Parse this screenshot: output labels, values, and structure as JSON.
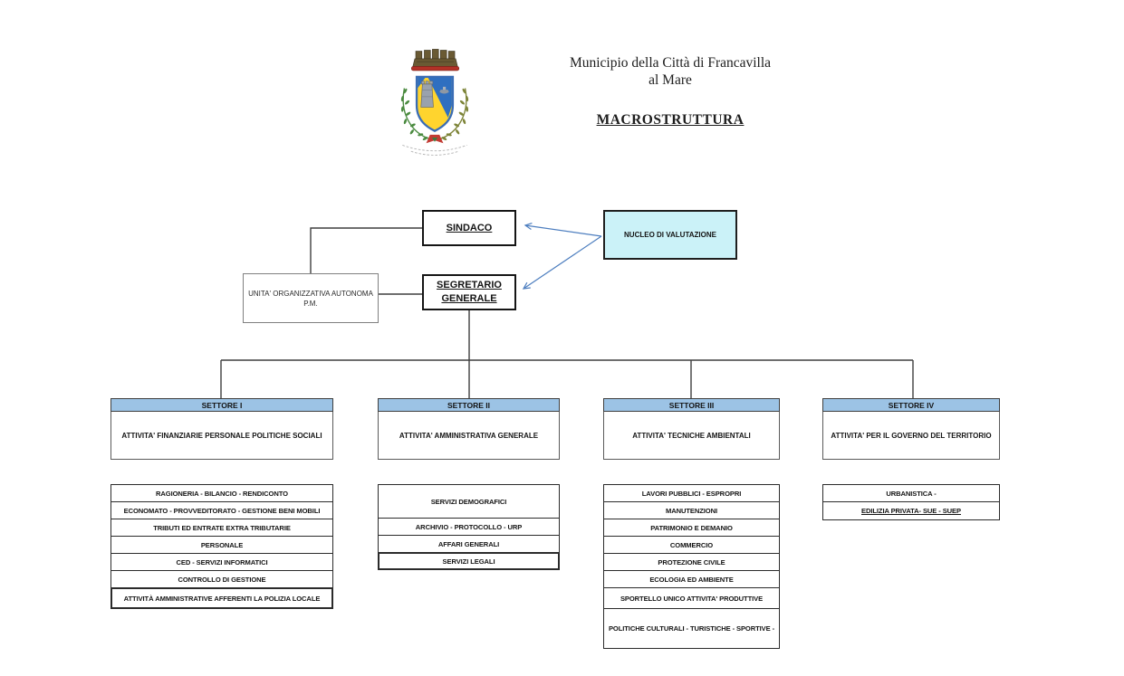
{
  "header": {
    "title_line1": "Municipio della Città di Francavilla",
    "title_line2": "al Mare",
    "subtitle": "MACROSTRUTTURA"
  },
  "crest": {
    "name": "stemma-comunale-francavilla-al-mare",
    "colors": {
      "shield_blue": "#2f6fc0",
      "shield_yellow": "#ffd42e",
      "crown": "#6a5a33",
      "crown_band": "#b23126",
      "tower": "#9aa2ad",
      "laurel_left": "#4a8a3f",
      "laurel_right": "#7d8438",
      "ribbon": "#c23b33"
    }
  },
  "org": {
    "sindaco": "SINDACO",
    "nucleo_valutazione": "NUCLEO DI VALUTAZIONE",
    "unita_line1": "UNITA' ORGANIZZATIVA AUTONOMA",
    "unita_line2": "P.M.",
    "segretario_line1": "SEGRETARIO",
    "segretario_line2": "GENERALE"
  },
  "connections": [
    {
      "from": "SEGRETARIO GENERALE / SINDACO",
      "to": "UNITA' ORGANIZZATIVA AUTONOMA P.M.",
      "type": "line"
    },
    {
      "from": "NUCLEO DI VALUTAZIONE",
      "to": "SINDACO",
      "type": "arrow"
    },
    {
      "from": "NUCLEO DI VALUTAZIONE",
      "to": "SEGRETARIO GENERALE",
      "type": "arrow"
    },
    {
      "from": "SEGRETARIO GENERALE",
      "to": "SETTORE I, SETTORE II, SETTORE III, SETTORE IV",
      "type": "line"
    }
  ],
  "sectors": [
    {
      "header": "SETTORE I",
      "body": "ATTIVITA'  FINANZIARIE  PERSONALE POLITICHE SOCIALI",
      "items": [
        {
          "label": "RAGIONERIA - BILANCIO - RENDICONTO",
          "cls": ""
        },
        {
          "label": "ECONOMATO - PROVVEDITORATO - GESTIONE BENI MOBILI",
          "cls": ""
        },
        {
          "label": "TRIBUTI ED ENTRATE EXTRA TRIBUTARIE",
          "cls": ""
        },
        {
          "label": "PERSONALE",
          "cls": ""
        },
        {
          "label": "CED - SERVIZI INFORMATICI",
          "cls": ""
        },
        {
          "label": "CONTROLLO DI GESTIONE",
          "cls": ""
        },
        {
          "label": "ATTIVITÀ AMMINISTRATIVE AFFERENTI LA POLIZIA LOCALE",
          "cls": "thick h24"
        }
      ]
    },
    {
      "header": "SETTORE II",
      "body": "ATTIVITA' AMMINISTRATIVA GENERALE",
      "items": [
        {
          "label": "SERVIZI DEMOGRAFICI",
          "cls": "h38"
        },
        {
          "label": "ARCHIVIO - PROTOCOLLO - URP",
          "cls": ""
        },
        {
          "label": "AFFARI GENERALI",
          "cls": ""
        },
        {
          "label": "SERVIZI LEGALI",
          "cls": "thick"
        }
      ]
    },
    {
      "header": "SETTORE III",
      "body": "ATTIVITA' TECNICHE AMBIENTALI",
      "items": [
        {
          "label": "LAVORI PUBBLICI - ESPROPRI",
          "cls": ""
        },
        {
          "label": "MANUTENZIONI",
          "cls": ""
        },
        {
          "label": "PATRIMONIO E DEMANIO",
          "cls": ""
        },
        {
          "label": "COMMERCIO",
          "cls": ""
        },
        {
          "label": "PROTEZIONE CIVILE",
          "cls": ""
        },
        {
          "label": "ECOLOGIA ED AMBIENTE",
          "cls": ""
        },
        {
          "label": "SPORTELLO UNICO ATTIVITA' PRODUTTIVE",
          "cls": "h24"
        },
        {
          "label": "POLITICHE CULTURALI - TURISTICHE - SPORTIVE -",
          "cls": "h45"
        }
      ]
    },
    {
      "header": "SETTORE IV",
      "body": "ATTIVITA' PER IL GOVERNO DEL TERRITORIO",
      "items": [
        {
          "label": "URBANISTICA -",
          "cls": ""
        },
        {
          "label": "EDILIZIA PRIVATA- SUE - SUEP",
          "cls": "u h21"
        }
      ]
    }
  ],
  "colors": {
    "sector_header_bg": "#9cc3e5",
    "nucleo_bg": "#cbf2f8",
    "arrow": "#4d7ebf",
    "connector": "#3f3f3f"
  }
}
